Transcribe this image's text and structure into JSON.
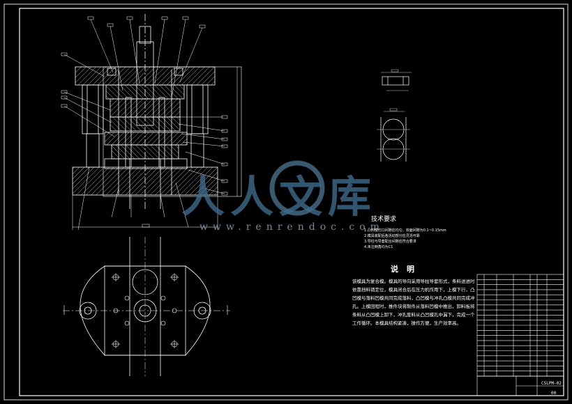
{
  "watermark": {
    "brand": "人人文库",
    "url": "www.renrendoc.com"
  },
  "technical_requirements": {
    "title": "技术要求",
    "items": [
      "1.凸凹模刃口间隙应均匀，双面间隙为0.1~0.15mm",
      "2.模具装配后各活动部分应灵活可靠",
      "3.导柱与导套配合间隙应符合要求",
      "4.未注倒角均为C1"
    ]
  },
  "explanation": {
    "title": "说明",
    "lines": [
      "该模具为复合模。模具的导向采用导柱导套形式，条料送进时",
      "依靠挡料销定位，模具闭合后在压力机作用下，上模下行，凸",
      "凹模与落料凹模共同完成落料，凸凹模与冲孔凸模共同完成冲",
      "孔。上模回程时，推件块将制件从落料凹模中推出，卸料板将",
      "条料从凸凹模上卸下，冲孔废料从凸凹模孔中漏下，完成一个",
      "工作循环。本模具结构紧凑，操作方便，生产效率高。"
    ]
  },
  "title_block": {
    "drawing_no": "CSLPM-02",
    "sheet": "00"
  }
}
